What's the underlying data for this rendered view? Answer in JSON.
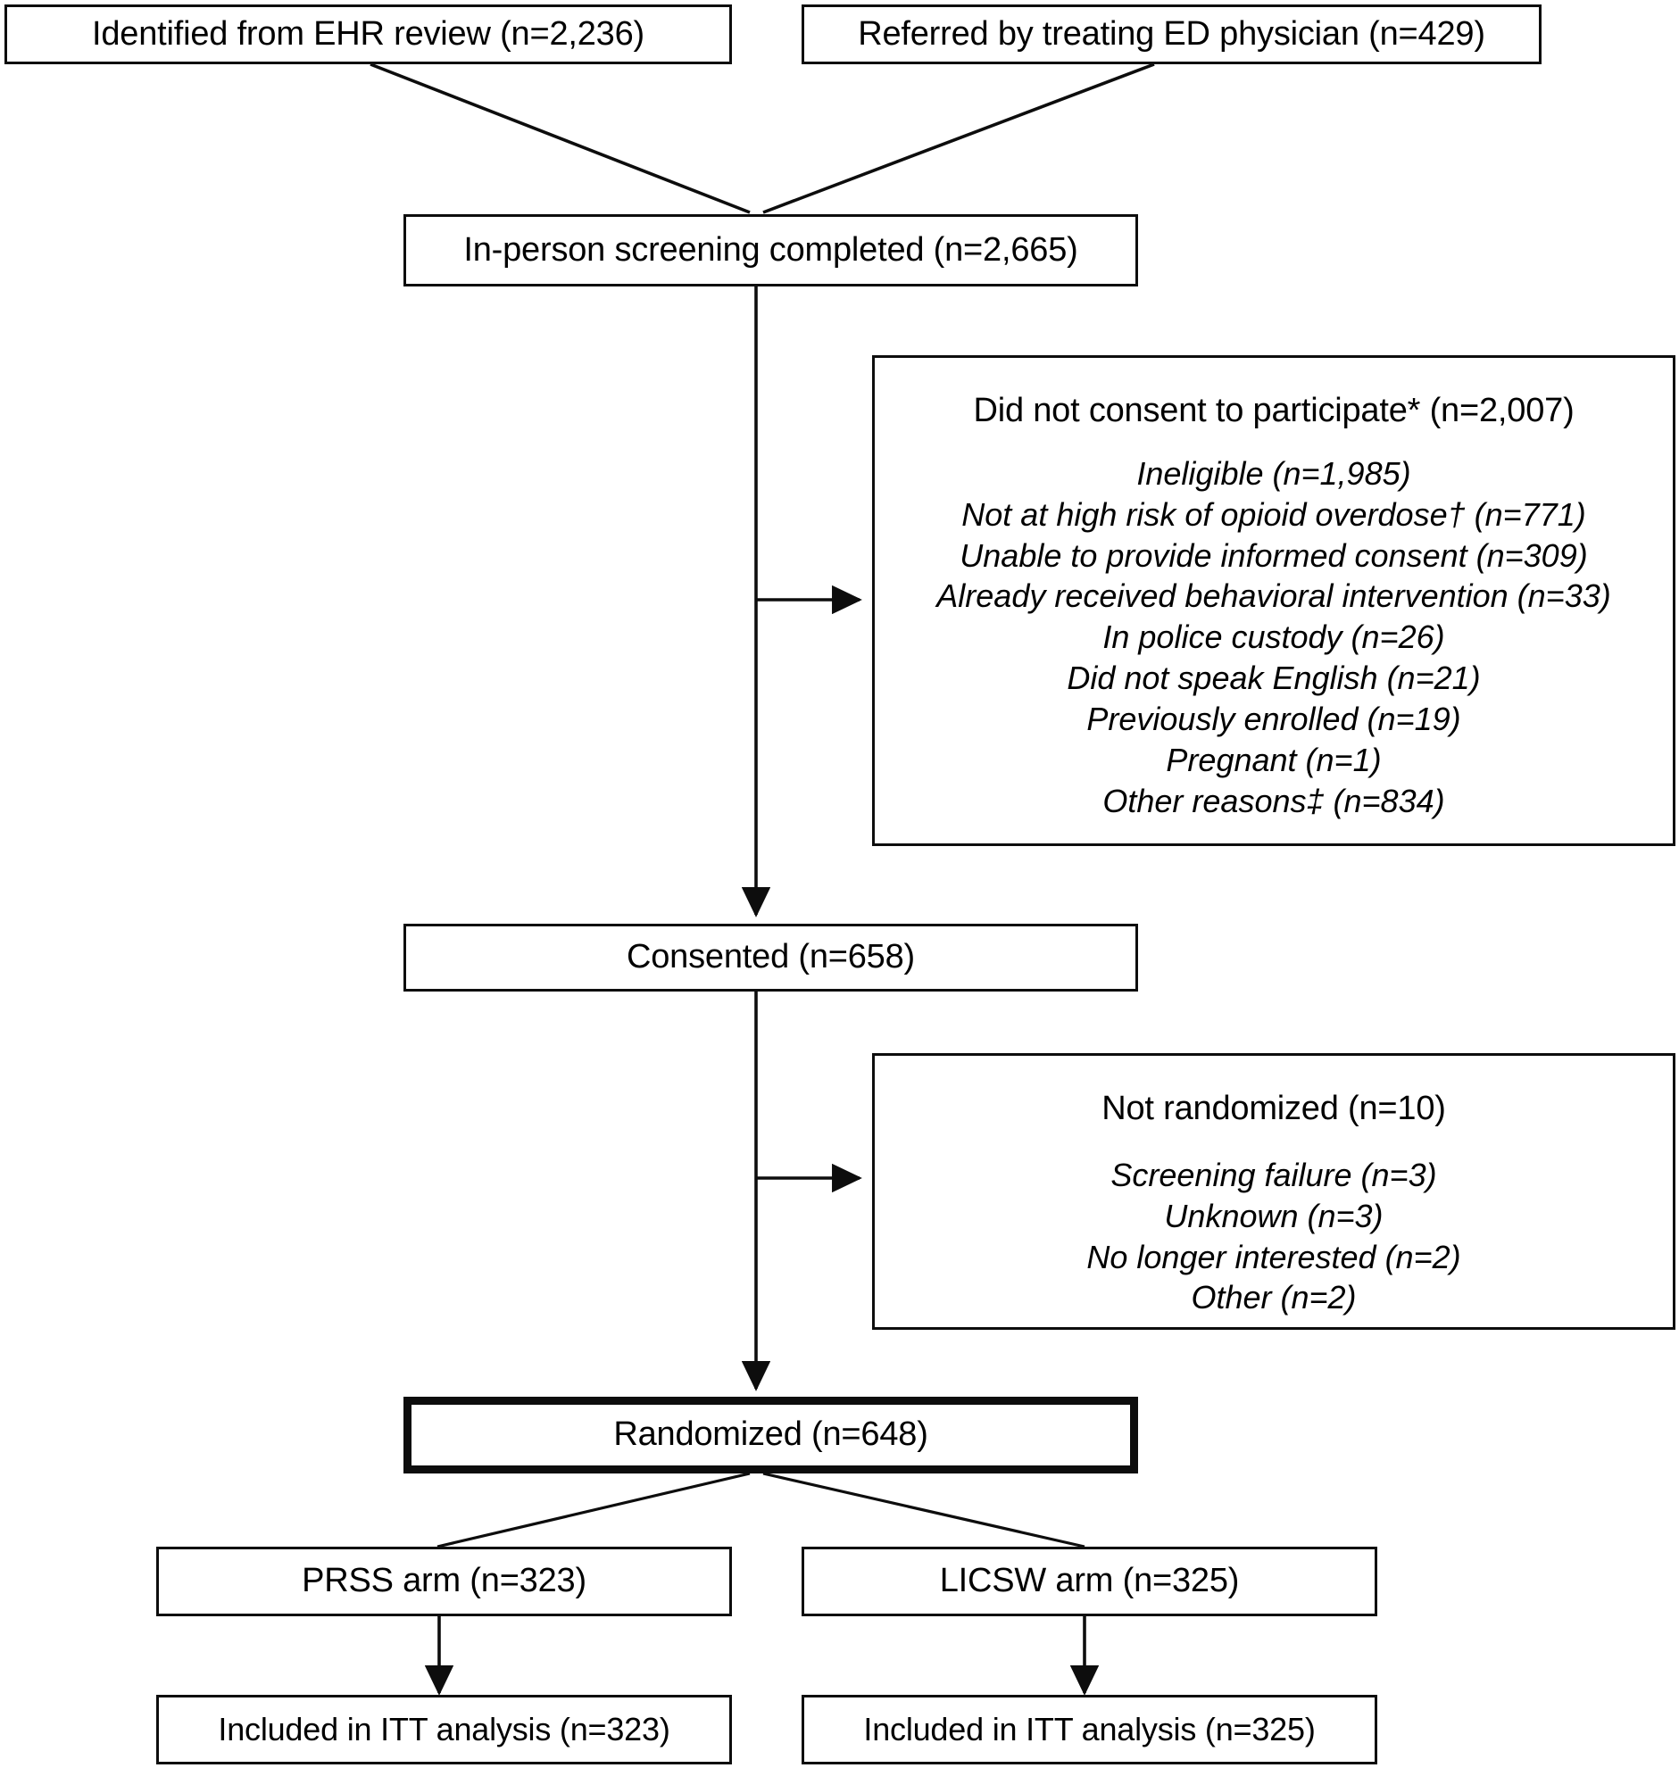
{
  "diagram": {
    "type": "consort-flow-diagram",
    "nodes": {
      "ehr_review": "Identified from EHR review (n=2,236)",
      "ed_referral": "Referred by treating ED physician (n=429)",
      "screening": "In-person screening completed (n=2,665)",
      "no_consent_title": "Did not consent to participate* (n=2,007)",
      "consented": "Consented (n=658)",
      "not_randomized_title": "Not randomized (n=10)",
      "randomized": "Randomized (n=648)",
      "prss_arm": "PRSS arm (n=323)",
      "licsw_arm": "LICSW arm (n=325)",
      "prss_itt": "Included in ITT analysis (n=323)",
      "licsw_itt": "Included in ITT analysis (n=325)"
    },
    "no_consent_reasons": [
      "Ineligible (n=1,985)",
      "Not at high risk of opioid overdose† (n=771)",
      "Unable to provide informed consent (n=309)",
      "Already received behavioral intervention (n=33)",
      "In police custody (n=26)",
      "Did not speak English (n=21)",
      "Previously enrolled (n=19)",
      "Pregnant (n=1)",
      "Other reasons‡ (n=834)"
    ],
    "not_randomized_reasons": [
      "Screening failure (n=3)",
      "Unknown (n=3)",
      "No longer interested (n=2)",
      "Other (n=2)"
    ],
    "colors": {
      "stroke": "#0d0d0d",
      "fill": "#ffffff",
      "text": "#000000"
    },
    "counts": {
      "ehr_review": 2236,
      "ed_referral": 429,
      "screening": 2665,
      "did_not_consent": 2007,
      "ineligible": 1985,
      "not_high_risk": 771,
      "unable_consent": 309,
      "already_received": 33,
      "police_custody": 26,
      "no_english": 21,
      "previously_enrolled": 19,
      "pregnant": 1,
      "other_reasons": 834,
      "consented": 658,
      "not_randomized": 10,
      "screening_failure": 3,
      "unknown": 3,
      "no_longer_interested": 2,
      "other": 2,
      "randomized": 648,
      "prss_arm": 323,
      "licsw_arm": 325,
      "prss_itt": 323,
      "licsw_itt": 325
    }
  }
}
